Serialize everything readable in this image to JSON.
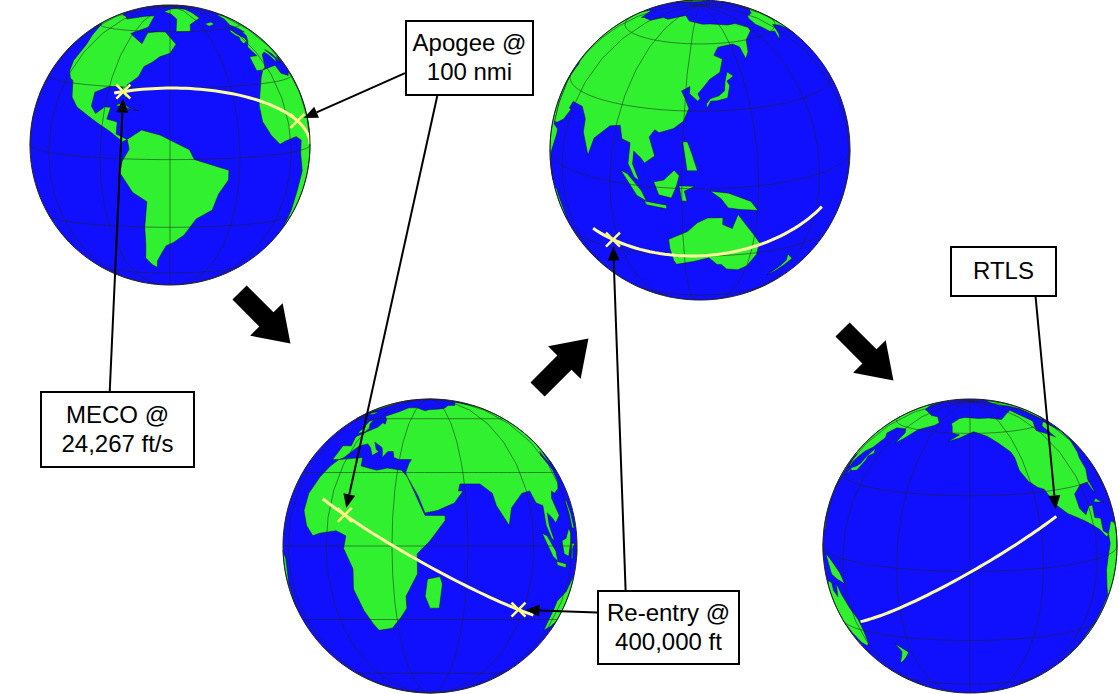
{
  "diagram": {
    "nodes": [
      {
        "text": [
          "Apogee @ 100 nmi"
        ]
      },
      {
        "text": [
          "RTLS"
        ]
      },
      {
        "text": [
          "MECO @ 24,267 ft/s"
        ]
      },
      {
        "text": [
          "Re-entry @ 400,000 ft"
        ]
      }
    ]
  }
}
